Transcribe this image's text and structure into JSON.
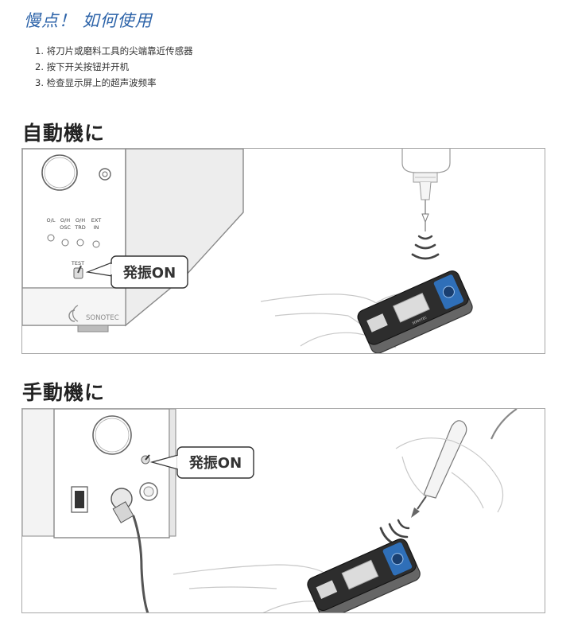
{
  "header": {
    "title": "慢点！ 如何使用"
  },
  "steps": [
    "1. 将刀片或磨料工具的尖端靠近传感器",
    "2. 按下开关按钮并开机",
    "3. 检查显示屏上的超声波频率"
  ],
  "sections": [
    {
      "title": "自動機に",
      "callout": "発振ON",
      "machine": {
        "indicators": [
          "O/L",
          "O/H\nOSC",
          "O/H\nTRD",
          "EXT\nIN"
        ],
        "switch_label": "TEST",
        "brand": "SONOTEC"
      }
    },
    {
      "title": "手動機に",
      "callout": "発振ON"
    }
  ],
  "colors": {
    "title_blue": "#2b62a8",
    "device_blue": "#2f6fb8",
    "frame": "#a8a8a8"
  }
}
